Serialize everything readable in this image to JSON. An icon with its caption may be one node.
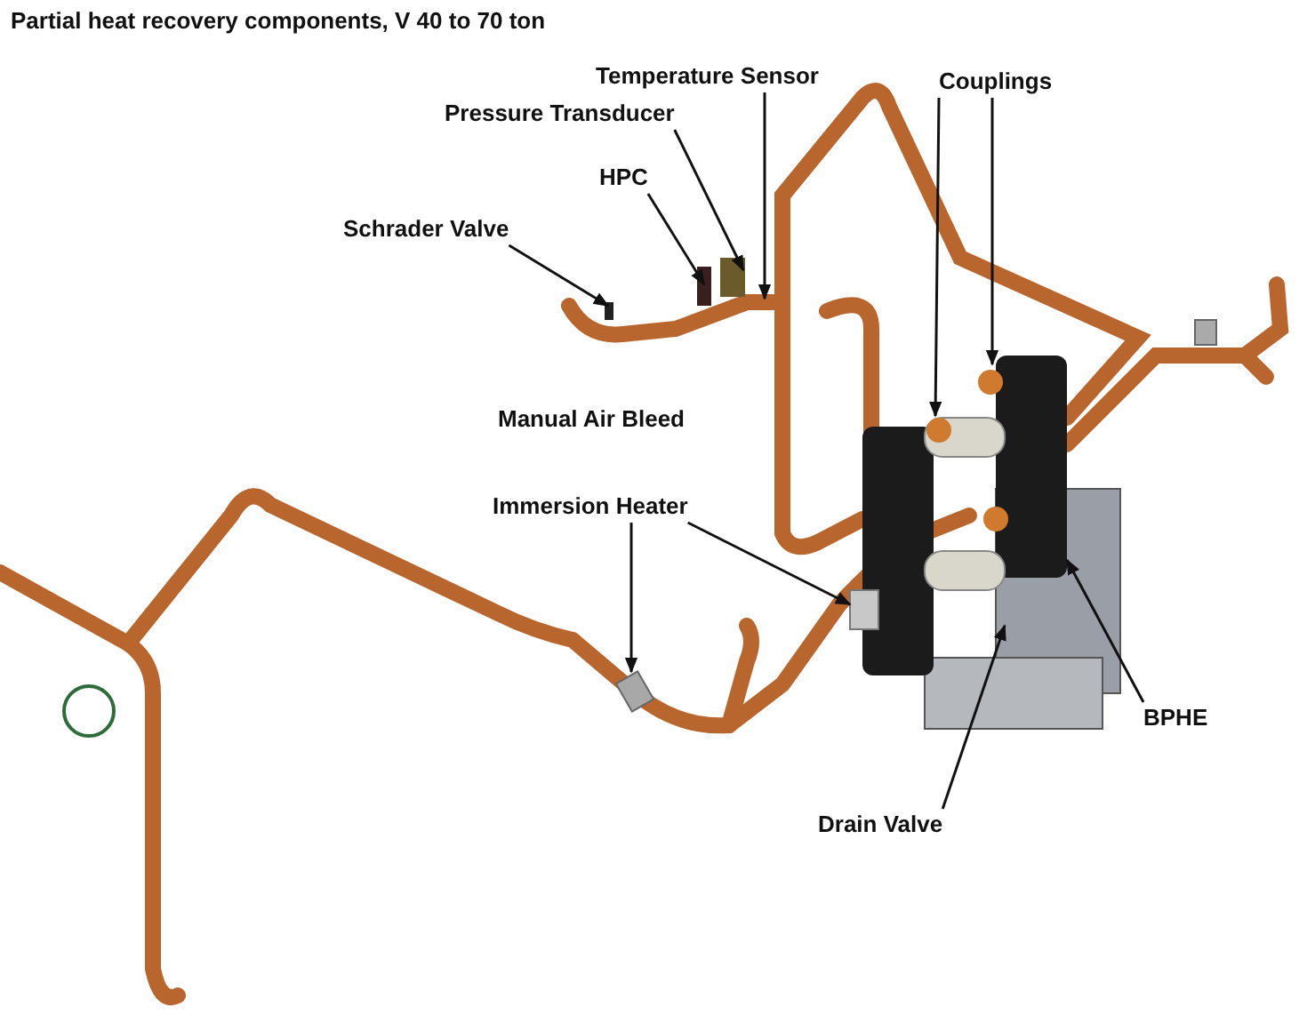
{
  "diagram": {
    "title": "Partial heat recovery components, V 40 to 70 ton",
    "nodes": [
      {
        "text": [
          "Temperature Sensor"
        ]
      },
      {
        "text": [
          "Pressure Transducer"
        ]
      },
      {
        "text": [
          "HPC"
        ]
      },
      {
        "text": [
          "Schrader Valve"
        ]
      },
      {
        "text": [
          "Couplings"
        ]
      },
      {
        "text": [
          "Immersion Heater"
        ]
      },
      {
        "text": [
          "BPHE"
        ]
      },
      {
        "text": [
          "Drain Valve"
        ]
      }
    ],
    "edges": [
      {
        "from": 0,
        "to": null,
        "arrow": "to"
      },
      {
        "from": 1,
        "to": null,
        "arrow": "to"
      },
      {
        "from": 2,
        "to": null,
        "arrow": "to"
      },
      {
        "from": 3,
        "to": null,
        "arrow": "to"
      },
      {
        "from": 4,
        "to": null,
        "arrow": "to"
      },
      {
        "from": 4,
        "to": null,
        "arrow": "to"
      },
      {
        "from": 5,
        "to": null,
        "arrow": "to"
      },
      {
        "from": 5,
        "to": null,
        "arrow": "to"
      },
      {
        "from": 6,
        "to": null,
        "arrow": "to"
      },
      {
        "from": 7,
        "to": null,
        "arrow": "to"
      }
    ],
    "labels": [
      "Manual Air Bleed"
    ]
  }
}
